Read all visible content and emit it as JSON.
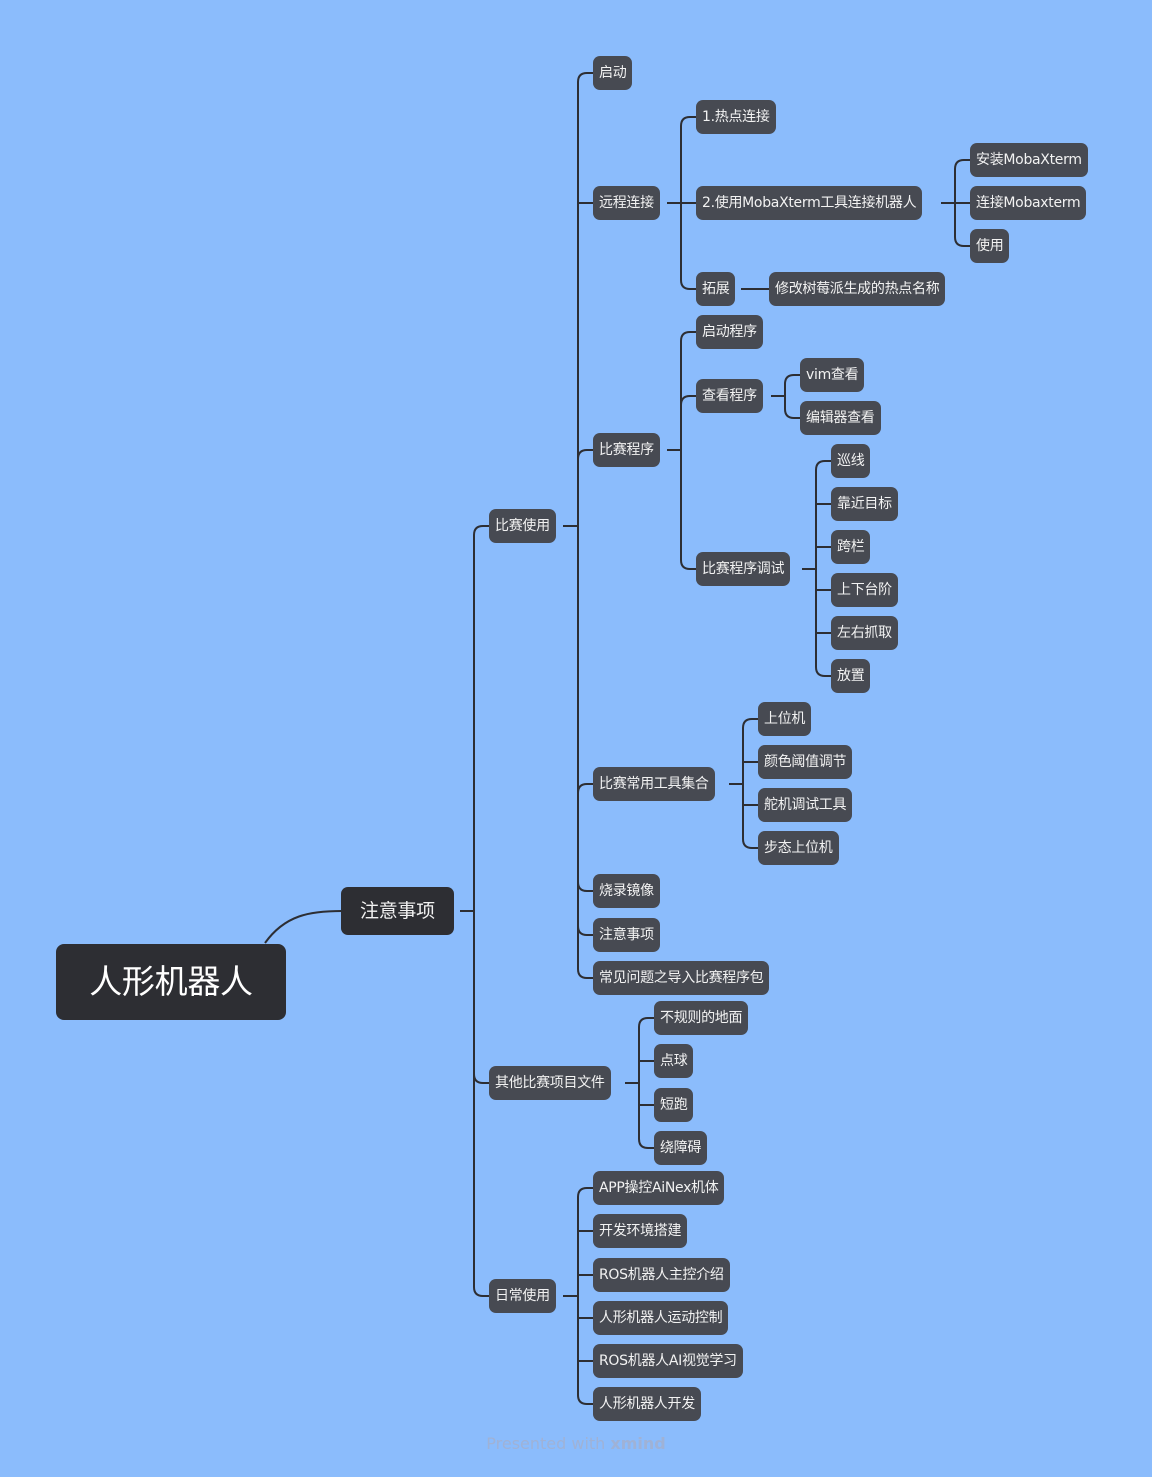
{
  "mindmap": {
    "root": "人形机器人",
    "level1": "注意事项",
    "branch_competition": {
      "label": "比赛使用",
      "start": "启动",
      "remote": {
        "label": "远程连接",
        "hotspot": "1.热点连接",
        "moba": {
          "label": "2.使用MobaXterm工具连接机器人",
          "install": "安装MobaXterm",
          "connect": "连接Mobaxterm",
          "use": "使用"
        },
        "extend": {
          "label": "拓展",
          "rename": "修改树莓派生成的热点名称"
        }
      },
      "program": {
        "label": "比赛程序",
        "launch": "启动程序",
        "view": {
          "label": "查看程序",
          "vim": "vim查看",
          "editor": "编辑器查看"
        },
        "debug": {
          "label": "比赛程序调试",
          "items": [
            "巡线",
            "靠近目标",
            "跨栏",
            "上下台阶",
            "左右抓取",
            "放置"
          ]
        }
      },
      "tools": {
        "label": "比赛常用工具集合",
        "items": [
          "上位机",
          "颜色阈值调节",
          "舵机调试工具",
          "步态上位机"
        ]
      },
      "flash": "烧录镜像",
      "notes": "注意事项",
      "faq": "常见问题之导入比赛程序包"
    },
    "branch_other": {
      "label": "其他比赛项目文件",
      "items": [
        "不规则的地面",
        "点球",
        "短跑",
        "绕障碍"
      ]
    },
    "branch_daily": {
      "label": "日常使用",
      "items": [
        "APP操控AiNex机体",
        "开发环境搭建",
        "ROS机器人主控介绍",
        "人形机器人运动控制",
        "ROS机器人AI视觉学习",
        "人形机器人开发"
      ]
    }
  },
  "footer": {
    "prefix": "Presented with",
    "brand": "xmind"
  },
  "colors": {
    "background": "#8bbcfc",
    "node": "#474a52",
    "root": "#2d2e33",
    "line": "#2d2e33"
  }
}
